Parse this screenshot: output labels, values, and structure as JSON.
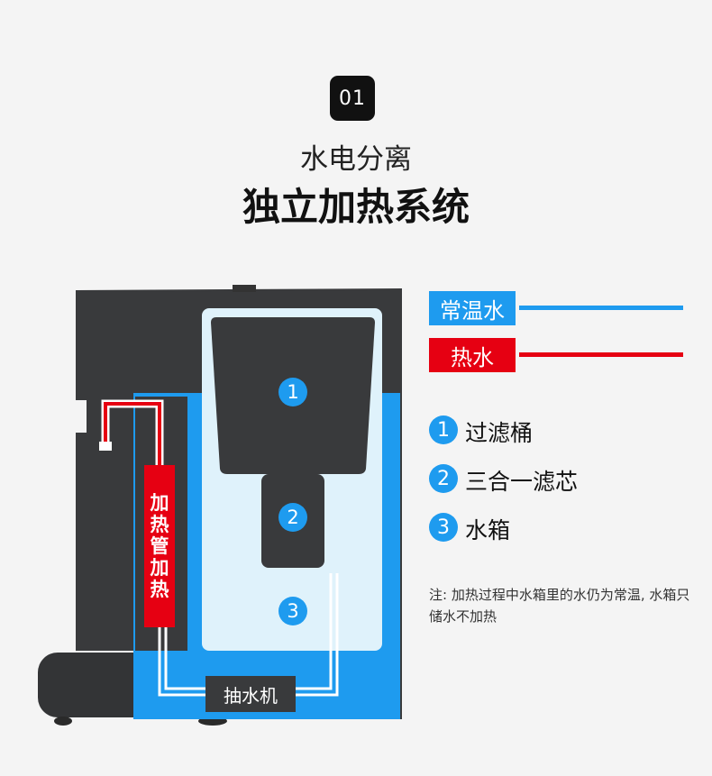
{
  "header": {
    "badge": "01",
    "subtitle": "水电分离",
    "title": "独立加热系统"
  },
  "legend": {
    "normal_water": {
      "label": "常温水",
      "color": "#1e9bef"
    },
    "hot_water": {
      "label": "热水",
      "color": "#e60012"
    }
  },
  "items": [
    {
      "num": "1",
      "label": "过滤桶"
    },
    {
      "num": "2",
      "label": "三合一滤芯"
    },
    {
      "num": "3",
      "label": "水箱"
    }
  ],
  "note": "注: 加热过程中水箱里的水仍为常温, 水箱只储水不加热",
  "diagram": {
    "heater_chars": [
      "加",
      "热",
      "管",
      "加",
      "热"
    ],
    "pump_label": "抽水机",
    "markers": [
      "1",
      "2",
      "3"
    ]
  }
}
